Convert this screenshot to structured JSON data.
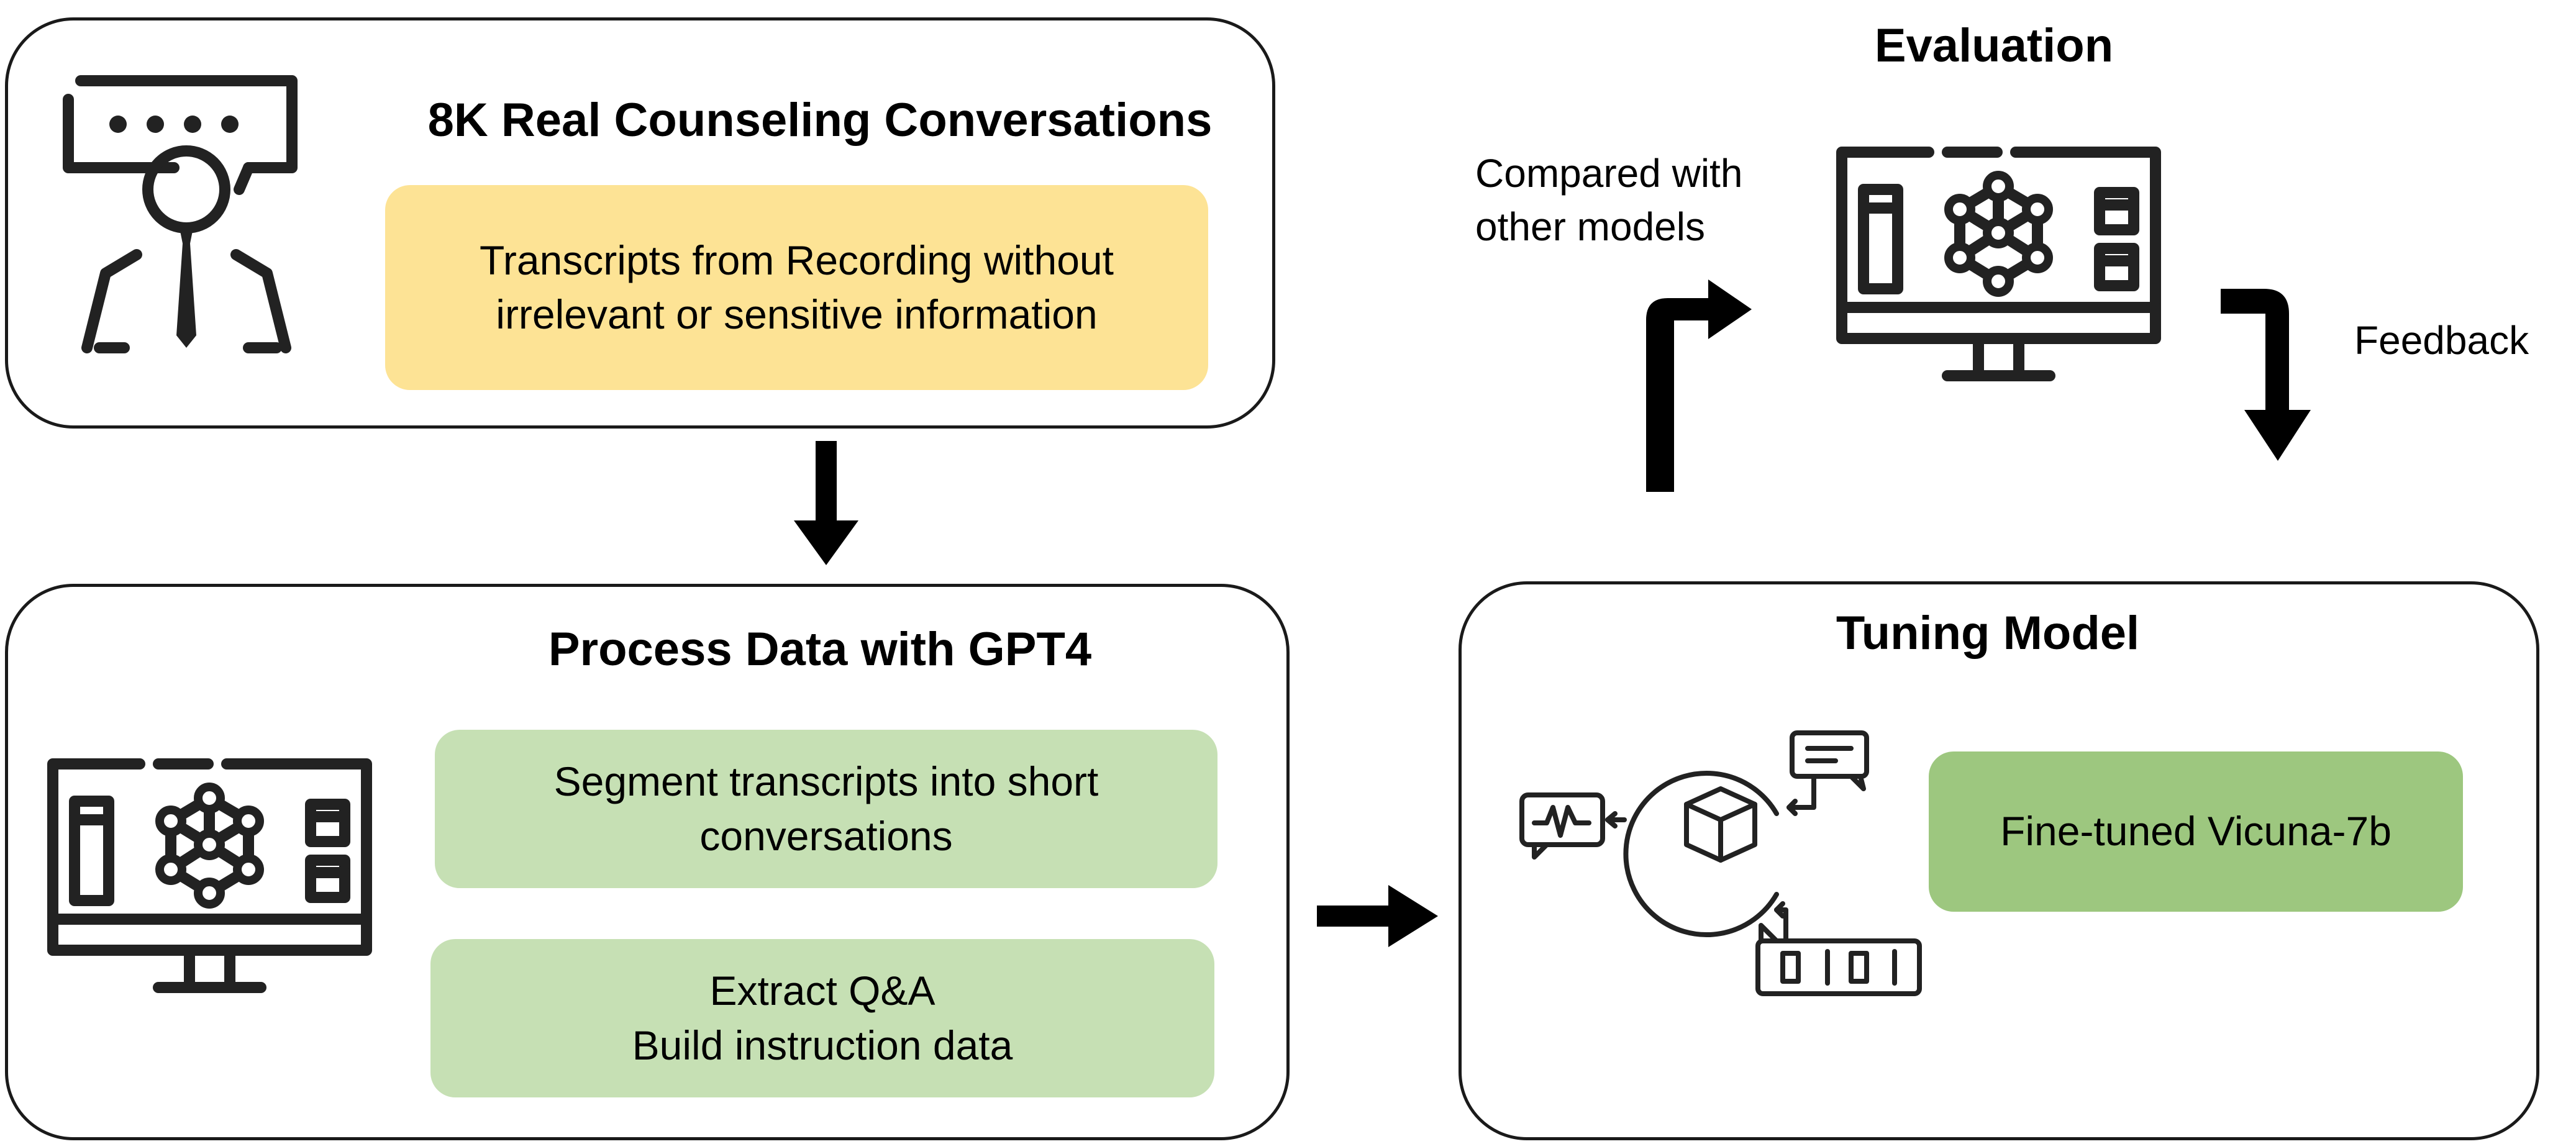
{
  "conversations": {
    "title": "8K Real Counseling Conversations",
    "note_lines": [
      "Transcripts from Recording without",
      "irrelevant or sensitive information"
    ],
    "note_color": "#fde395"
  },
  "process": {
    "title": "Process Data with GPT4",
    "step1_lines": [
      "Segment transcripts into short",
      "conversations"
    ],
    "step2_lines": [
      "Extract Q&A",
      "Build instruction data"
    ],
    "step_color": "#c6e0b4"
  },
  "tuning": {
    "title": "Tuning Model",
    "model_label": "Fine-tuned Vicuna-7b",
    "model_color": "#9dc77f"
  },
  "evaluation": {
    "title": "Evaluation",
    "compare_lines": [
      "Compared with",
      "other models"
    ],
    "feedback_label": "Feedback"
  },
  "icons": {
    "counselor": "counselor-icon",
    "monitor": "monitor-network-icon",
    "model": "model-cycle-icon"
  }
}
